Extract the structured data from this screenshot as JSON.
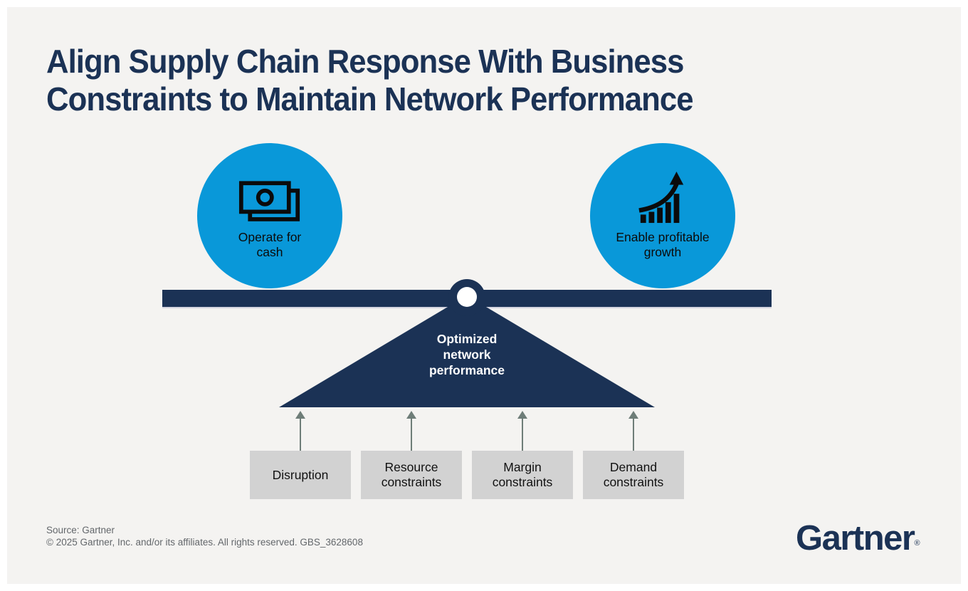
{
  "title": "Align Supply Chain Response With Business Constraints to Maintain Network Performance",
  "balance": {
    "left_circle": {
      "icon": "cash-icon",
      "label": "Operate for cash"
    },
    "right_circle": {
      "icon": "growth-arrow-icon",
      "label": "Enable profitable growth"
    },
    "fulcrum_label": "Optimized network performance"
  },
  "constraints": [
    {
      "label": "Disruption"
    },
    {
      "label": "Resource constraints"
    },
    {
      "label": "Margin constraints"
    },
    {
      "label": "Demand constraints"
    }
  ],
  "footer": {
    "source": "Source: Gartner",
    "copyright": "© 2025 Gartner, Inc. and/or its affiliates. All rights reserved. GBS_3628608",
    "logo_text": "Gartner",
    "logo_reg": "®"
  },
  "colors": {
    "accent_blue": "#0998D9",
    "navy": "#1B3255",
    "box_gray": "#D2D2D2",
    "arrow_gray": "#6E7D78",
    "canvas_background": "#F4F3F1",
    "footer_text": "#63676B"
  }
}
